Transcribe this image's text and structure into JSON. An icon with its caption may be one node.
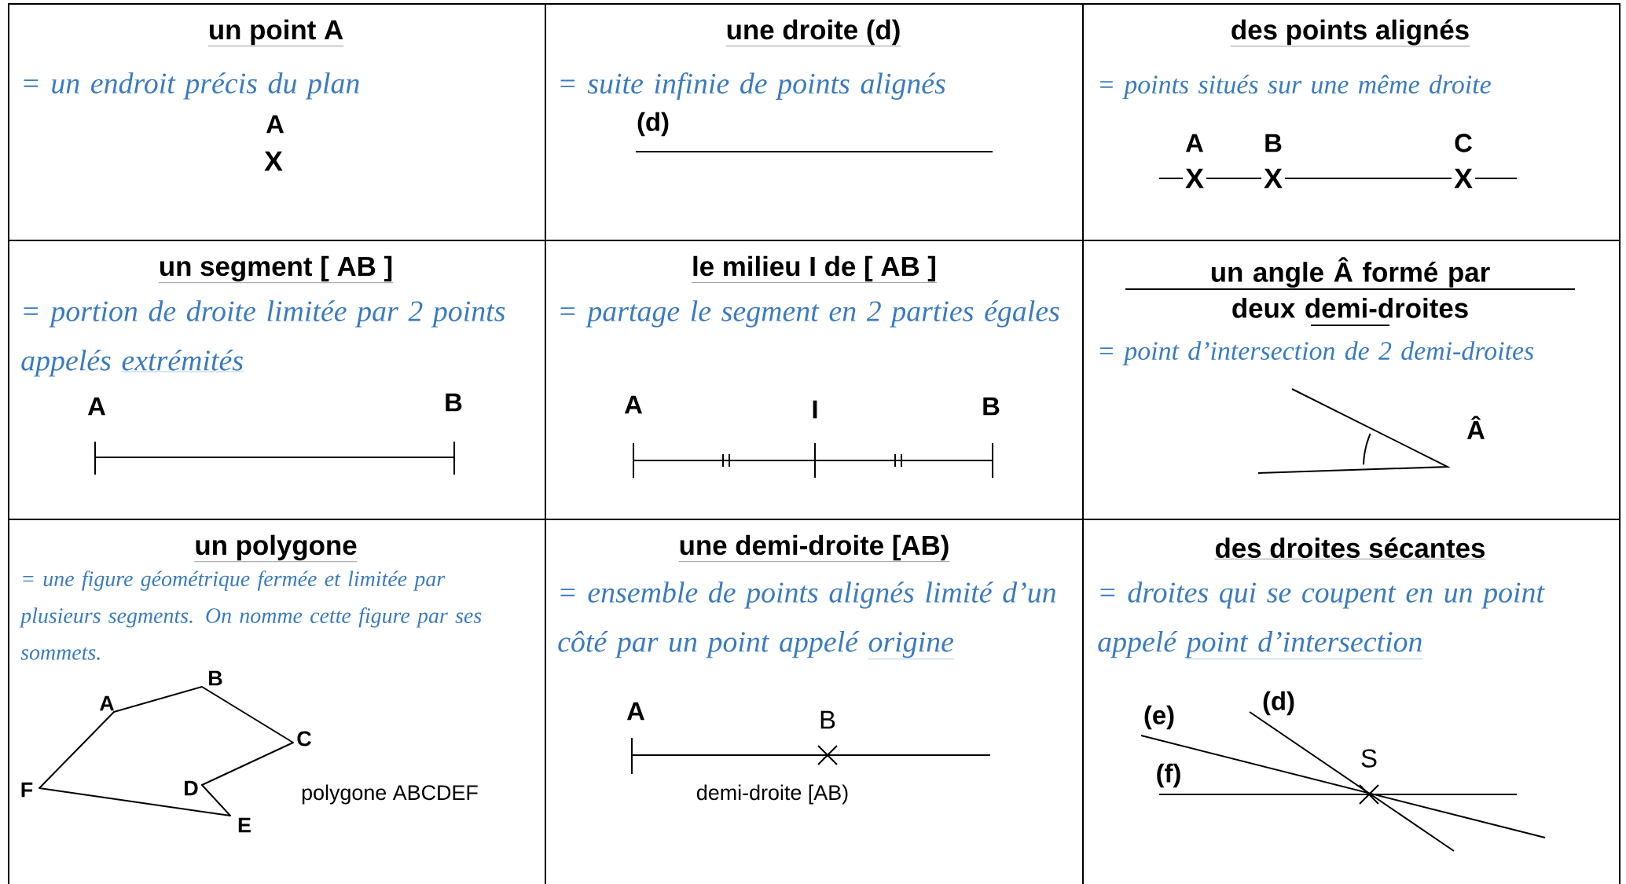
{
  "diagram": {
    "labels": [
      "un point A",
      "= un endroit précis du plan",
      "A",
      "X",
      "une droite (d)",
      "= suite infinie de points alignés",
      "(d)",
      "des points alignés",
      "= points situés sur une même droite",
      "A",
      "B",
      "C",
      "X",
      "X",
      "X",
      "un segment [ AB ]",
      "= portion de droite limitée par 2 points appelés",
      "extrémités",
      "A",
      "B",
      "le milieu I de [ AB ]",
      "= partage le segment en 2 parties égales",
      "A",
      "I",
      "B",
      "un angle Â formé par deux demi-droites",
      "= point d’intersection de 2 demi-droites",
      "Â",
      "un polygone",
      "= une figure géométrique fermée et limitée par plusieurs segments. On nomme cette figure par ses sommets.",
      "A",
      "B",
      "C",
      "D",
      "E",
      "F",
      "polygone ABCDEF",
      "une demi-droite [AB)",
      "= ensemble de points alignés limité d’un côté par un point appelé",
      "origine",
      "A",
      "B",
      "demi-droite [AB)",
      "des droites sécantes",
      "= droites qui se coupent en un point appelé",
      "point d’intersection",
      "(e)",
      "(d)",
      "(f)",
      "S"
    ]
  }
}
